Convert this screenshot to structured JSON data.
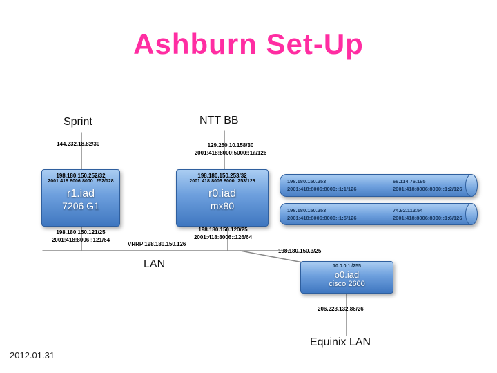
{
  "title": "Ashburn Set-Up",
  "date": "2012.01.31",
  "colors": {
    "title_pink": "#ff2da2",
    "node_border": "#2f5f9e",
    "node_fill_top": "#aacdf2",
    "node_fill_bottom": "#3f77c0",
    "pipe_text_navy": "#17365d",
    "line_gray": "#888888"
  },
  "sprint": {
    "label": "Sprint",
    "ip": "144.232.18.82/30"
  },
  "ntt": {
    "label": "NTT BB",
    "ip": "129.250.10.158/30",
    "ipv6": "2001:418:8000:5000::1a/126"
  },
  "r1": {
    "ip": "198.180.150.252/32",
    "ipv6": "2001:418:8006:8000::252/128",
    "name": "r1.iad",
    "model": "7206 G1",
    "lan_ip": "198.180.150.121/25",
    "lan_ipv6": "2001:418:8006::121/64"
  },
  "r0": {
    "ip": "198.180.150.253/32",
    "ipv6": "2001:418:8006:8000::253/128",
    "name": "r0.iad",
    "model": "mx80",
    "lan_ip": "198.180.150.120/25",
    "lan_ipv6": "2001:418:8006::126/64"
  },
  "pipes": [
    {
      "local_ip": "198.180.150.253",
      "local_ipv6": "2001:418:8006:8000::1:1/126",
      "remote_ip": "66.114.76.195",
      "remote_ipv6": "2001:418:8006:8000::1:2/126"
    },
    {
      "local_ip": "198.180.150.253",
      "local_ipv6": "2001:418:8006:8000::1:5/126",
      "remote_ip": "74.92.112.54",
      "remote_ipv6": "2001:418:8006:8000::1:6/126"
    }
  ],
  "lan": {
    "label": "LAN",
    "vrrp_label": "VRRP 198.180.150.126",
    "branch_ip": "198.180.150.3/25"
  },
  "o0": {
    "ip": "10.0.0.1 /255",
    "name": "o0.iad",
    "model": "cisco 2600",
    "downstream_ip": "206.223.132.86/26"
  },
  "equinix": {
    "label": "Equinix LAN"
  }
}
